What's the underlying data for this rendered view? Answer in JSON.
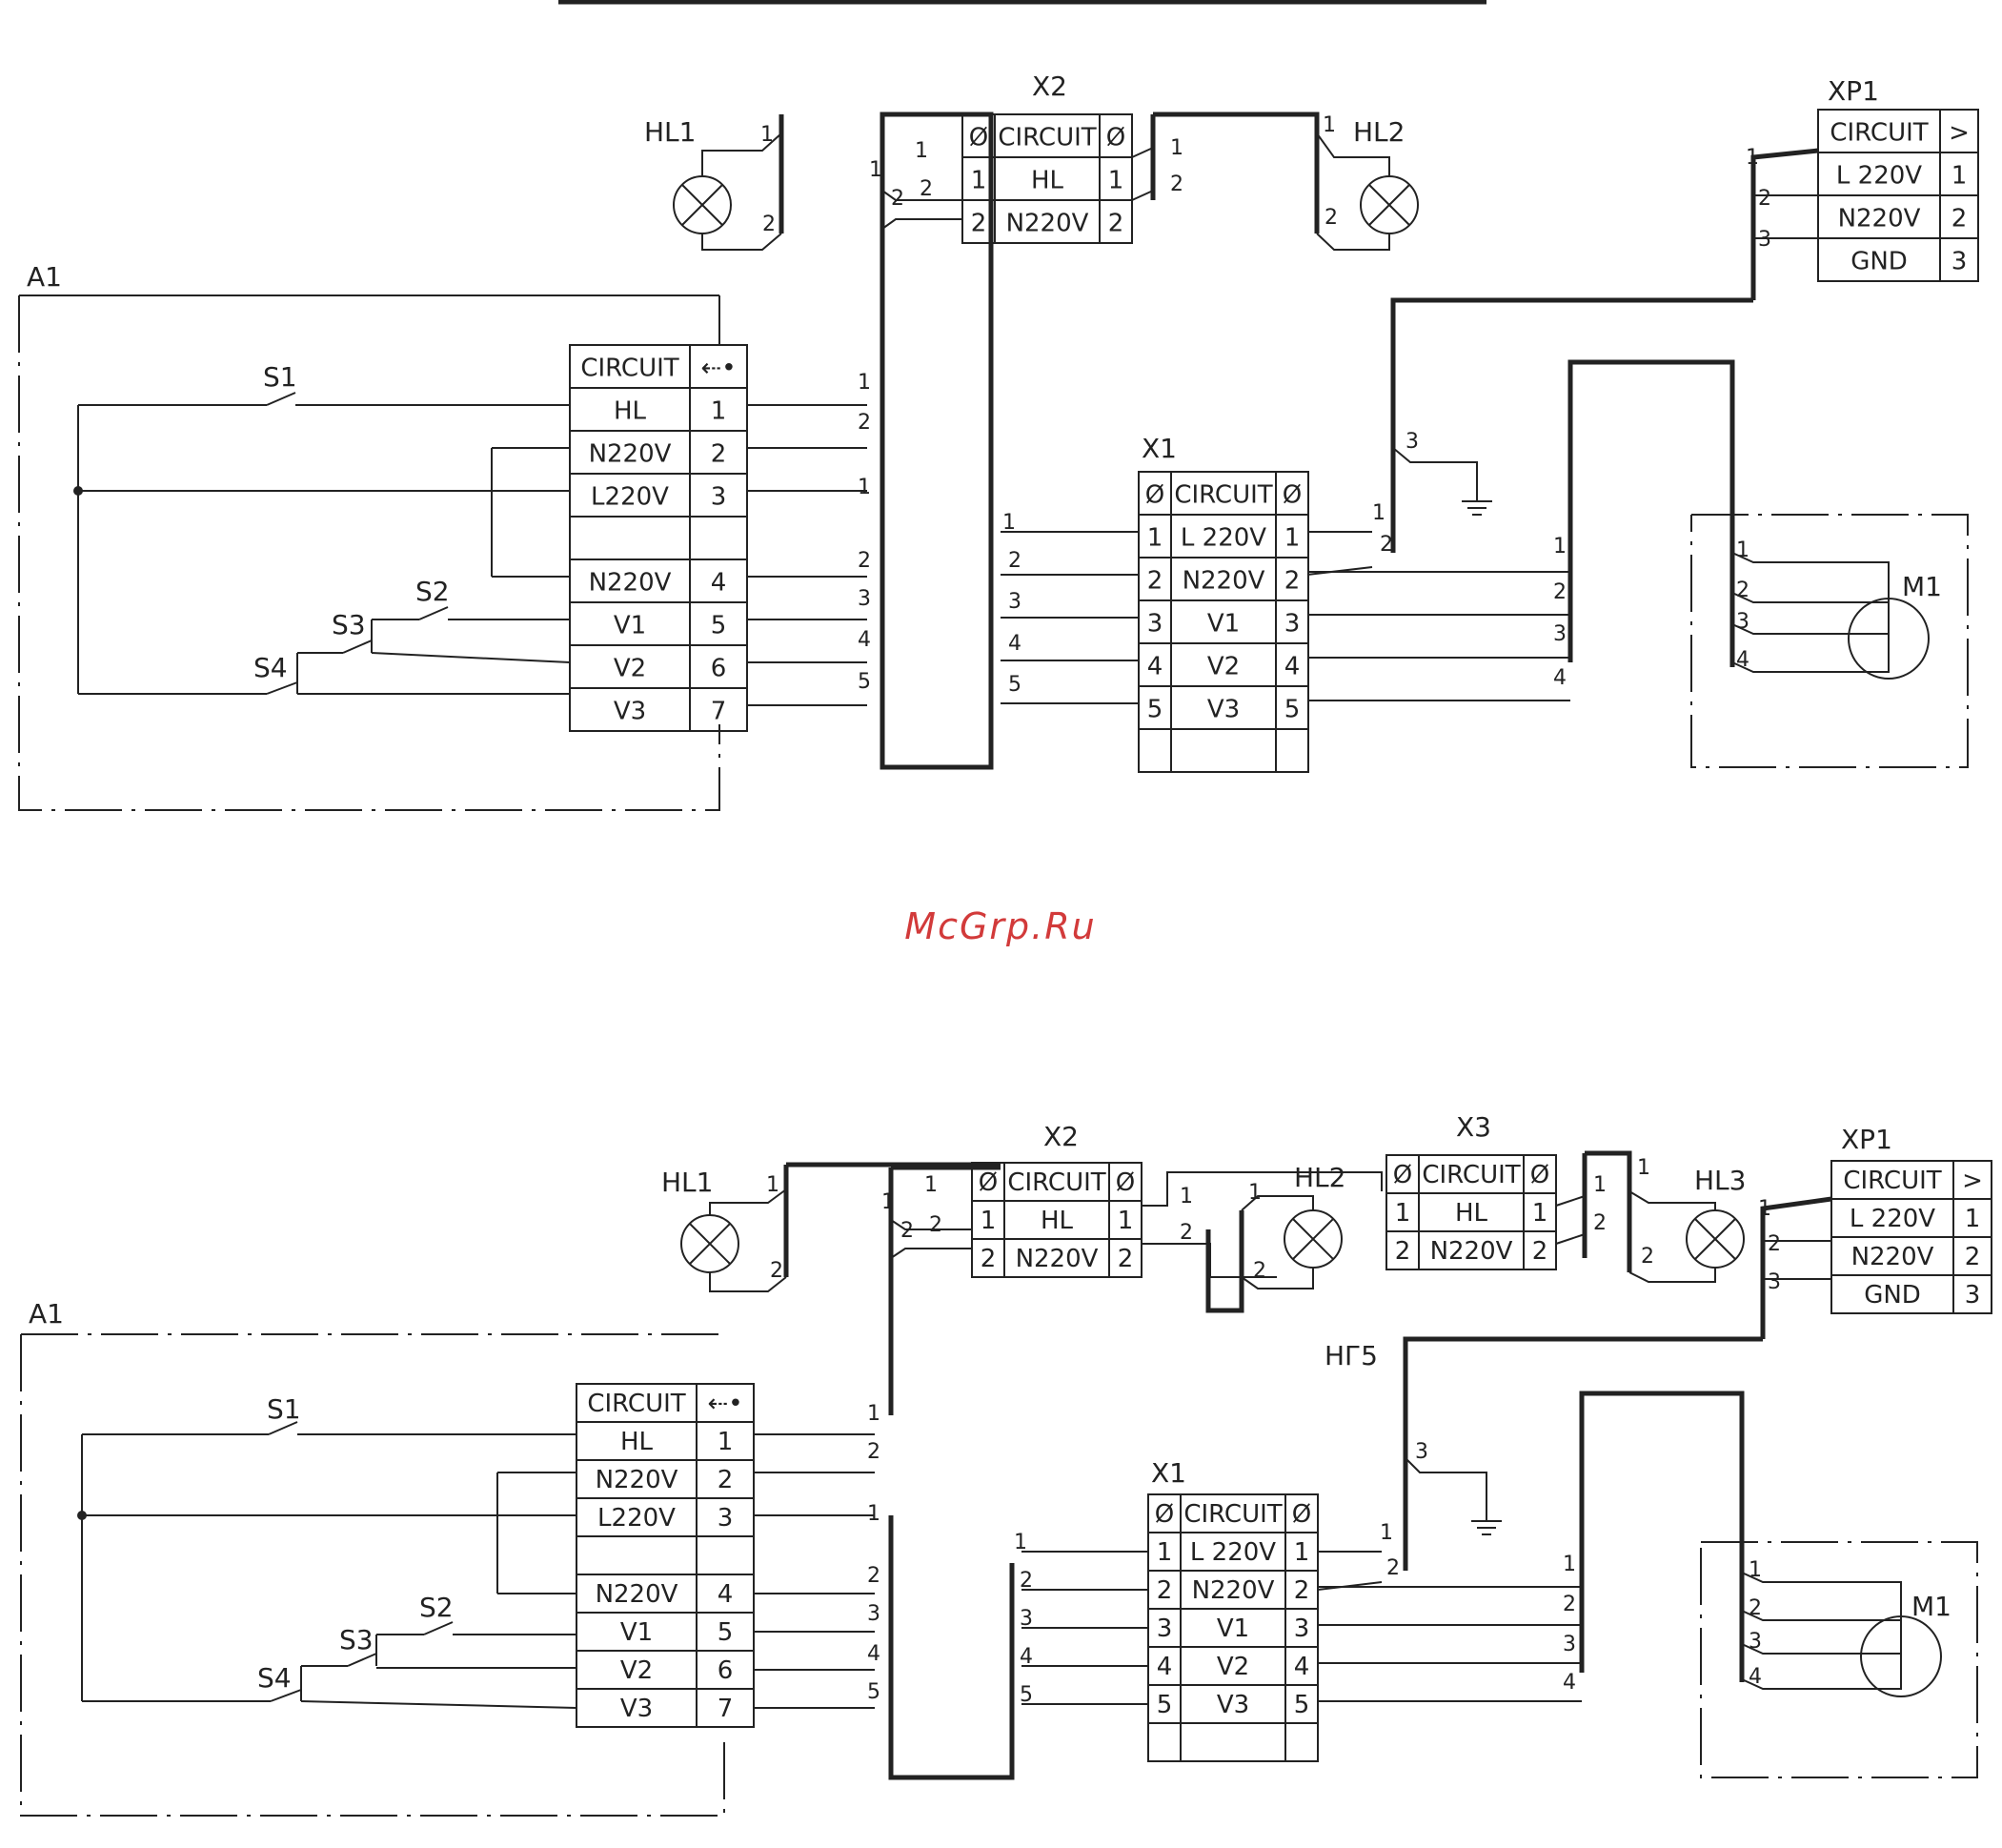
{
  "watermark": "McGrp.Ru",
  "colors": {
    "line": "#222222",
    "watermark": "#d23a3a",
    "background": "#ffffff"
  },
  "diagram_1": {
    "a1": {
      "label": "A1",
      "header": [
        "CIRCUIT",
        "⇠•"
      ],
      "rows": [
        [
          "HL",
          "1"
        ],
        [
          "N220V",
          "2"
        ],
        [
          "L220V",
          "3"
        ],
        [
          "",
          ""
        ],
        [
          "N220V",
          "4"
        ],
        [
          "V1",
          "5"
        ],
        [
          "V2",
          "6"
        ],
        [
          "V3",
          "7"
        ]
      ]
    },
    "switches": [
      "S1",
      "S2",
      "S3",
      "S4"
    ],
    "lamps": [
      "HL1",
      "HL2"
    ],
    "x2": {
      "label": "X2",
      "header": [
        "Ø",
        "CIRCUIT",
        "Ø"
      ],
      "rows": [
        [
          "1",
          "HL",
          "1"
        ],
        [
          "2",
          "N220V",
          "2"
        ]
      ]
    },
    "x1": {
      "label": "X1",
      "header": [
        "Ø",
        "CIRCUIT",
        "Ø"
      ],
      "rows": [
        [
          "1",
          "L 220V",
          "1"
        ],
        [
          "2",
          "N220V",
          "2"
        ],
        [
          "3",
          "V1",
          "3"
        ],
        [
          "4",
          "V2",
          "4"
        ],
        [
          "5",
          "V3",
          "5"
        ]
      ]
    },
    "xp1": {
      "label": "XP1",
      "header": [
        "CIRCUIT",
        ">"
      ],
      "rows": [
        [
          "L 220V",
          "1"
        ],
        [
          "N220V",
          "2"
        ],
        [
          "GND",
          "3"
        ]
      ]
    },
    "motor": "M1"
  },
  "diagram_2": {
    "a1": {
      "label": "A1",
      "header": [
        "CIRCUIT",
        "⇠•"
      ],
      "rows": [
        [
          "HL",
          "1"
        ],
        [
          "N220V",
          "2"
        ],
        [
          "L220V",
          "3"
        ],
        [
          "",
          ""
        ],
        [
          "N220V",
          "4"
        ],
        [
          "V1",
          "5"
        ],
        [
          "V2",
          "6"
        ],
        [
          "V3",
          "7"
        ]
      ]
    },
    "switches": [
      "S1",
      "S2",
      "S3",
      "S4"
    ],
    "lamps": [
      "HL1",
      "HL2",
      "HL3"
    ],
    "x2": {
      "label": "X2",
      "header": [
        "Ø",
        "CIRCUIT",
        "Ø"
      ],
      "rows": [
        [
          "1",
          "HL",
          "1"
        ],
        [
          "2",
          "N220V",
          "2"
        ]
      ]
    },
    "x3": {
      "label": "X3",
      "header": [
        "Ø",
        "CIRCUIT",
        "Ø"
      ],
      "rows": [
        [
          "1",
          "HL",
          "1"
        ],
        [
          "2",
          "N220V",
          "2"
        ]
      ]
    },
    "x1": {
      "label": "X1",
      "header": [
        "Ø",
        "CIRCUIT",
        "Ø"
      ],
      "rows": [
        [
          "1",
          "L 220V",
          "1"
        ],
        [
          "2",
          "N220V",
          "2"
        ],
        [
          "3",
          "V1",
          "3"
        ],
        [
          "4",
          "V2",
          "4"
        ],
        [
          "5",
          "V3",
          "5"
        ]
      ]
    },
    "xp1": {
      "label": "XP1",
      "header": [
        "CIRCUIT",
        ">"
      ],
      "rows": [
        [
          "L 220V",
          "1"
        ],
        [
          "N220V",
          "2"
        ],
        [
          "GND",
          "3"
        ]
      ]
    },
    "motor": "M1",
    "note": "НГ5"
  }
}
